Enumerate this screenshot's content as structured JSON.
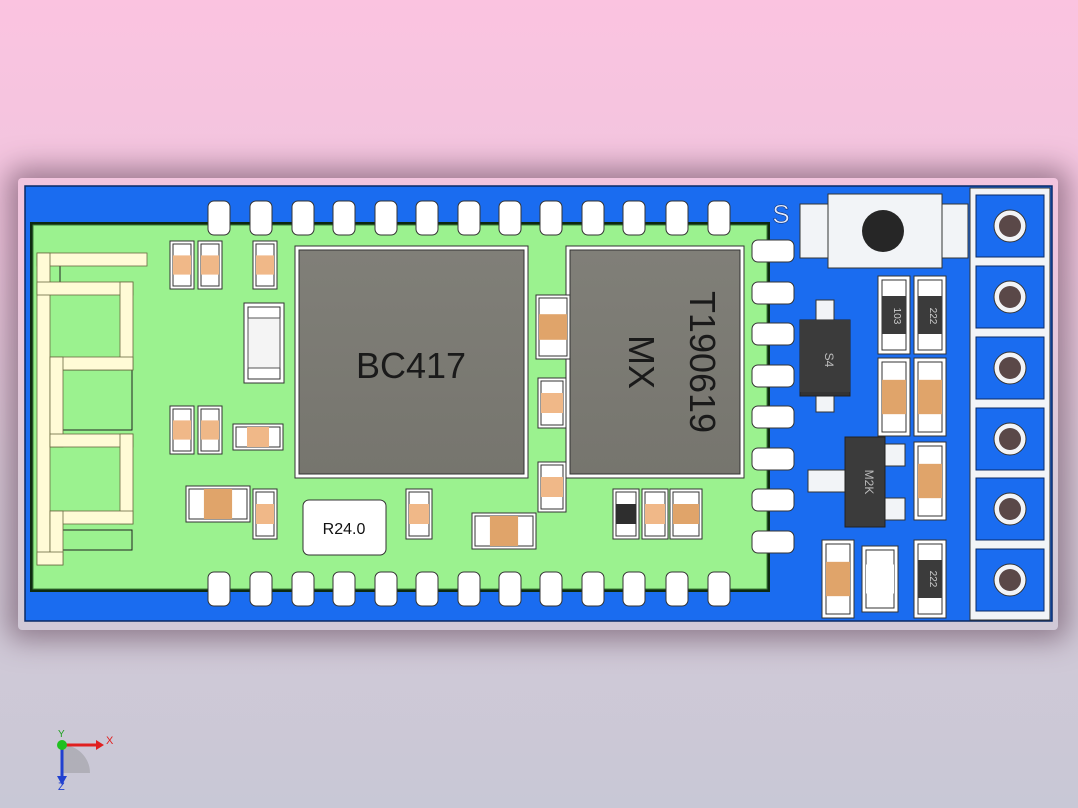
{
  "scene": {
    "colors": {
      "background_top": "#fbc3e0",
      "background_bottom": "#c8c8d6",
      "pcb_blue": "#1a6cf0",
      "module_green": "#9bf28f",
      "chip_gray": "#7c7b74",
      "antenna": "#fffbd6",
      "resistor_body": "#e0a46a"
    }
  },
  "chips": {
    "main": {
      "label": "BC417"
    },
    "flash": {
      "line1": "MX",
      "line2": "T190619"
    }
  },
  "labels": {
    "r24": "R24.0",
    "silk_s": "S",
    "u1": "S4",
    "q1": "M2K",
    "r_top_a": "103",
    "r_top_b": "222",
    "r_bottom": "222"
  },
  "axis": {
    "x_label": "X",
    "y_label": "Y",
    "z_label": "Z"
  }
}
